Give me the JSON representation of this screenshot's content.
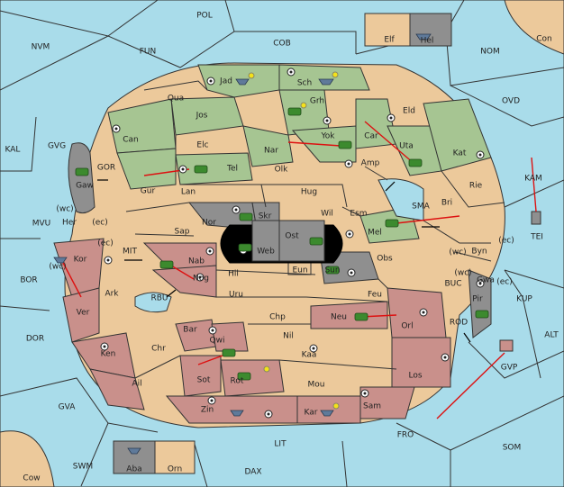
{
  "colors": {
    "sea": "#a9dcea",
    "green": "#a6c592",
    "tan": "#ecc99b",
    "red": "#c9908b",
    "grey": "#8f8f8f",
    "arrow": "#d11111",
    "unit": "#3c8a2e"
  },
  "labels": {
    "POL": "POL",
    "NVM": "NVM",
    "FUN": "FUN",
    "COB": "COB",
    "NOM": "NOM",
    "Con": "Con",
    "OVD": "OVD",
    "Elf": "Elf",
    "Hel": "Hel",
    "Jad": "Jad",
    "Sch": "Sch",
    "Qua": "Qua",
    "Jos": "Jos",
    "Grh": "Grh",
    "Eld": "Eld",
    "Can": "Can",
    "Elc": "Elc",
    "Nar": "Nar",
    "Yok": "Yok",
    "Car": "Car",
    "Uta": "Uta",
    "Kat": "Kat",
    "KAL": "KAL",
    "GVG": "GVG",
    "GOR": "GOR",
    "Gaw": "Gaw",
    "Gur": "Gur",
    "Tel": "Tel",
    "Olk": "Olk",
    "Amp": "Amp",
    "KAM": "KAM",
    "Lan": "Lan",
    "Hug": "Hug",
    "Rie": "Rie",
    "Bri": "Bri",
    "SMA": "SMA",
    "MVU": "MVU",
    "wc1": "(wc)",
    "Her": "Her",
    "ec1": "(ec)",
    "Nor": "Nor",
    "Skr": "Skr",
    "Wil": "Wil",
    "Esm": "Esm",
    "TEI": "TEI",
    "Sap": "Sap",
    "Ost": "Ost",
    "Mel": "Mel",
    "wc2": "(wc)",
    "Byn": "Byn",
    "ec2": "(ec)",
    "MIT": "MIT",
    "ec3": "(ec)",
    "wc3": "(wc)",
    "Kor": "Kor",
    "Nab": "Nab",
    "Web": "Web",
    "Obs": "Obs",
    "Eun": "Eun",
    "Sun": "Sun",
    "wc4": "(wc)",
    "Gwa": "Gwa",
    "ec4": "(ec)",
    "BOR": "BOR",
    "Hil": "Hil",
    "Nog": "Nog",
    "BUC": "BUC",
    "KUP": "KUP",
    "Ark": "Ark",
    "RBU": "RBU",
    "Uru": "Uru",
    "Feu": "Feu",
    "Pir": "Pir",
    "Ver": "Ver",
    "Chp": "Chp",
    "Neu": "Neu",
    "Orl": "Orl",
    "ROD": "ROD",
    "ALT": "ALT",
    "Bar": "Bar",
    "Qwi": "Qwi",
    "Nil": "Nil",
    "DOR": "DOR",
    "Ken": "Ken",
    "Chr": "Chr",
    "Kaa": "Kaa",
    "GVP": "GVP",
    "Los": "Los",
    "Sot": "Sot",
    "Rot": "Rot",
    "Ail": "Ail",
    "Mou": "Mou",
    "GVA": "GVA",
    "Sam": "Sam",
    "Zin": "Zin",
    "Kar": "Kar",
    "FRO": "FRO",
    "LIT": "LIT",
    "SOM": "SOM",
    "Aba": "Aba",
    "Orn": "Orn",
    "SWM": "SWM",
    "DAX": "DAX",
    "Cow": "Cow"
  }
}
